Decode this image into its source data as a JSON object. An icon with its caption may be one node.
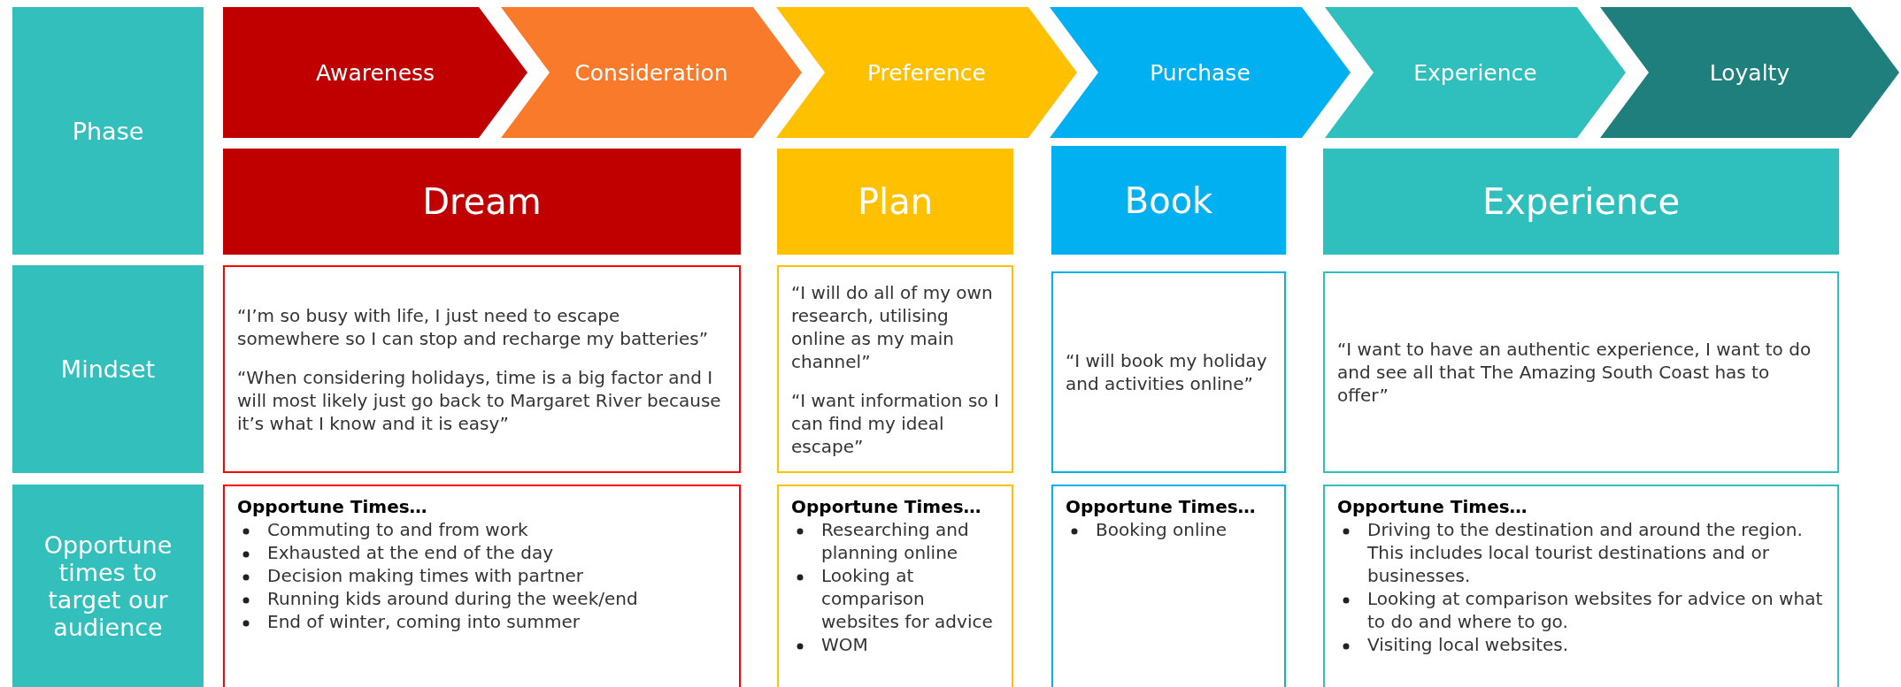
{
  "diagram": {
    "nodes": [
      {
        "text": [
          "Phase"
        ]
      },
      {
        "text": [
          "Awareness"
        ]
      },
      {
        "text": [
          "Consideration"
        ]
      },
      {
        "text": [
          "Preference"
        ]
      },
      {
        "text": [
          "Purchase"
        ]
      },
      {
        "text": [
          "Experience"
        ]
      },
      {
        "text": [
          "Loyalty"
        ]
      },
      {
        "text": [
          "Dream"
        ]
      },
      {
        "text": [
          "Plan"
        ]
      },
      {
        "text": [
          "Book"
        ]
      },
      {
        "text": [
          "Experience"
        ]
      },
      {
        "text": [
          "Mindset"
        ]
      },
      {
        "text": [
          "“I’m so busy with life, I just need to escape somewhere so I can stop and recharge my batteries”",
          "“When considering holidays, time is a big factor and I will most likely just go back to Margaret River because it’s what I know and it is easy”"
        ]
      },
      {
        "text": [
          "“I will do all of my own research, utilising online as my main channel”",
          "“I want information so I can find my ideal escape”"
        ]
      },
      {
        "text": [
          "“I will book my holiday and activities online”"
        ]
      },
      {
        "text": [
          "“I want to have an authentic experience, I want to do and see all that The Amazing South Coast has to offer”"
        ]
      },
      {
        "text": [
          "Opportune times to target our audience"
        ]
      },
      {
        "text": [
          "Opportune Times…",
          "Commuting to and from work",
          "Exhausted at the end of the day",
          "Decision making times with partner",
          "Running kids around during the week/end",
          "End of winter, coming into summer"
        ]
      },
      {
        "text": [
          "Opportune Times…",
          "Researching and planning online",
          "Looking at comparison websites for advice",
          "WOM"
        ]
      },
      {
        "text": [
          "Opportune Times…",
          "Booking online"
        ]
      },
      {
        "text": [
          "Opportune Times…",
          "Driving to the destination and around the region. This includes local tourist destinations and or businesses.",
          "Looking at comparison websites for advice on what to do and where to go.",
          "Visiting local websites."
        ]
      }
    ]
  }
}
